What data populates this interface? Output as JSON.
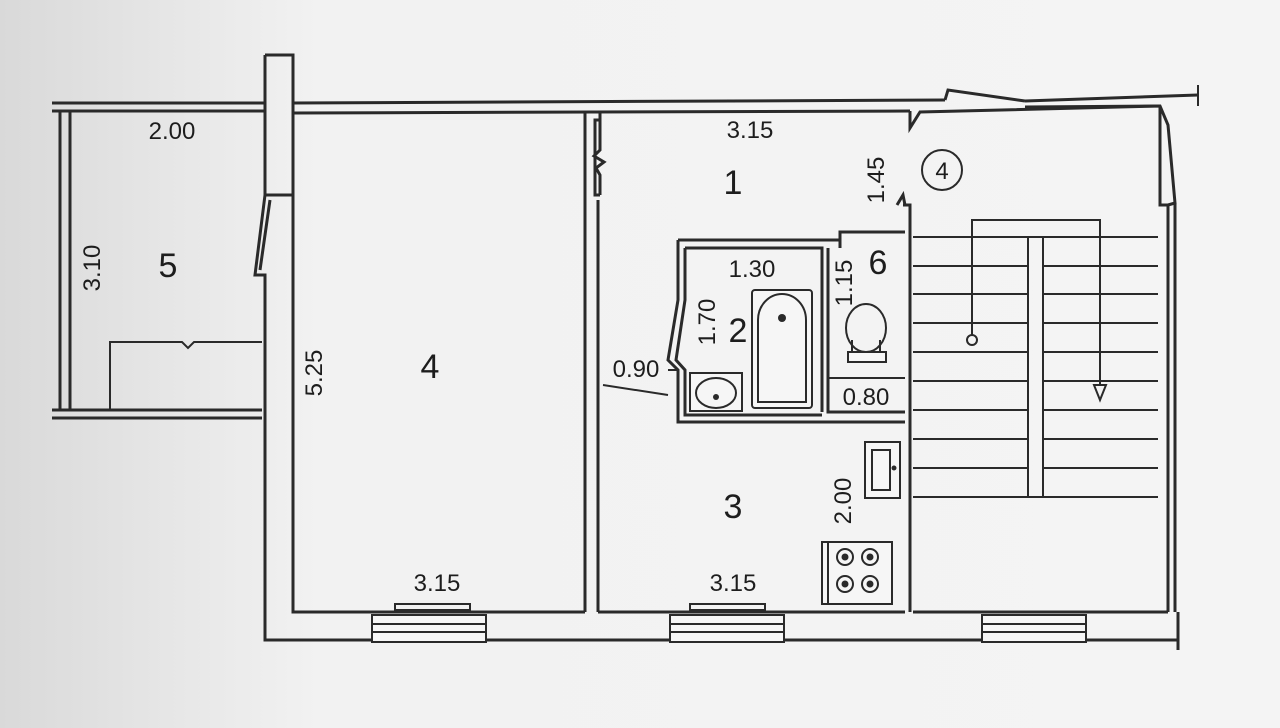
{
  "colors": {
    "paper": "#f3f3f3",
    "ink": "#2a2a2a"
  },
  "rooms": {
    "r1": "1",
    "r2": "2",
    "r3": "3",
    "r4": "4",
    "r5": "5",
    "r6": "6",
    "stair_circle": "4"
  },
  "dims": {
    "balcony_width": "2.00",
    "balcony_depth": "3.10",
    "hall_width": "3.15",
    "hall_depth": "1.45",
    "bath_width": "1.30",
    "bath_depth": "1.70",
    "wc_depth": "1.15",
    "wc_width": "0.80",
    "door_gap": "0.90",
    "room4_depth": "5.25",
    "room4_width": "3.15",
    "kitchen_width": "3.15",
    "kitchen_depth": "2.00"
  }
}
